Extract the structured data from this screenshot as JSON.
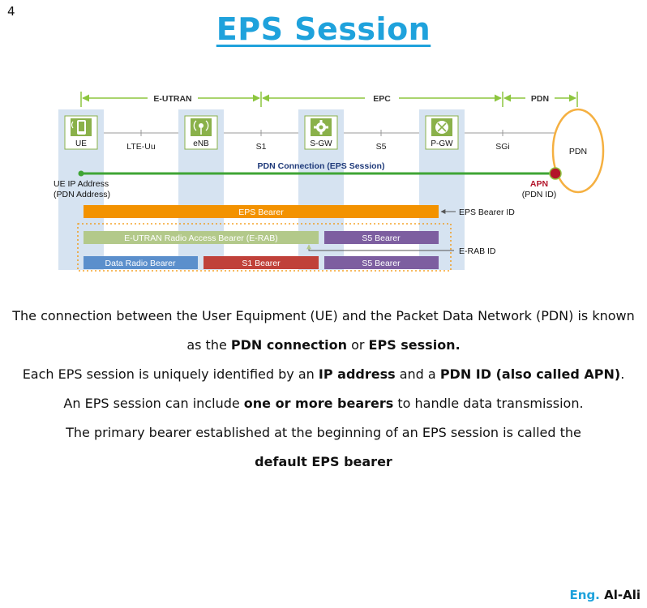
{
  "page_number": "4",
  "title": "EPS Session",
  "diagram": {
    "domains": {
      "eutran": "E-UTRAN",
      "epc": "EPC",
      "pdn": "PDN"
    },
    "nodes": {
      "ue": "UE",
      "enb": "eNB",
      "sgw": "S-GW",
      "pgw": "P-GW",
      "pdn": "PDN"
    },
    "interfaces": {
      "lte_uu": "LTE-Uu",
      "s1": "S1",
      "s5": "S5",
      "sgi": "SGi"
    },
    "pdn_connection": "PDN Connection (EPS Session)",
    "ue_ip_line1": "UE IP Address",
    "ue_ip_line2": "(PDN Address)",
    "apn_line1": "APN",
    "apn_line2": "(PDN ID)",
    "eps_bearer": "EPS Bearer",
    "eps_bearer_id": "EPS Bearer ID",
    "erab": "E-UTRAN Radio Access Bearer (E-RAB)",
    "s5_bearer": "S5 Bearer",
    "erab_id": "E-RAB ID",
    "data_radio_bearer": "Data Radio Bearer",
    "s1_bearer": "S1 Bearer",
    "s5_bearer_2": "S5 Bearer",
    "colors": {
      "title": "#1fa2dc",
      "domain_green": "#8dc63f",
      "node_col": "#d6e3f1",
      "node_icon": "#8ab14a",
      "pdn_cloud": "#f5b041",
      "pdn_connection": "#3fa535",
      "eps_bearer": "#f39200",
      "erab": "#b3c98a",
      "s5_bearer": "#7d5ea0",
      "data_radio": "#5b8fcc",
      "s1_bearer": "#c0413a",
      "apn": "#b3142a",
      "label_navy": "#1f3a7a"
    }
  },
  "paragraph1": {
    "part1": "The connection between the User Equipment (UE) and the Packet Data Network (PDN) is known",
    "part2": "as the ",
    "bold1": "PDN connection",
    "part3": " or ",
    "bold2": "EPS session."
  },
  "paragraph2": {
    "part1": "Each EPS session is uniquely identified by an ",
    "bold1": "IP address",
    "part2": " and a ",
    "bold2": "PDN ID (also called APN)",
    "part3": "."
  },
  "paragraph3": {
    "part1": "An EPS session can include ",
    "bold1": "one or more bearers",
    "part2": " to handle data transmission."
  },
  "paragraph4": {
    "part1": "The primary bearer established at the beginning of an EPS session is called the",
    "bold1": "default EPS bearer"
  },
  "author": {
    "prefix": "Eng.",
    "name": "Al-Ali"
  }
}
